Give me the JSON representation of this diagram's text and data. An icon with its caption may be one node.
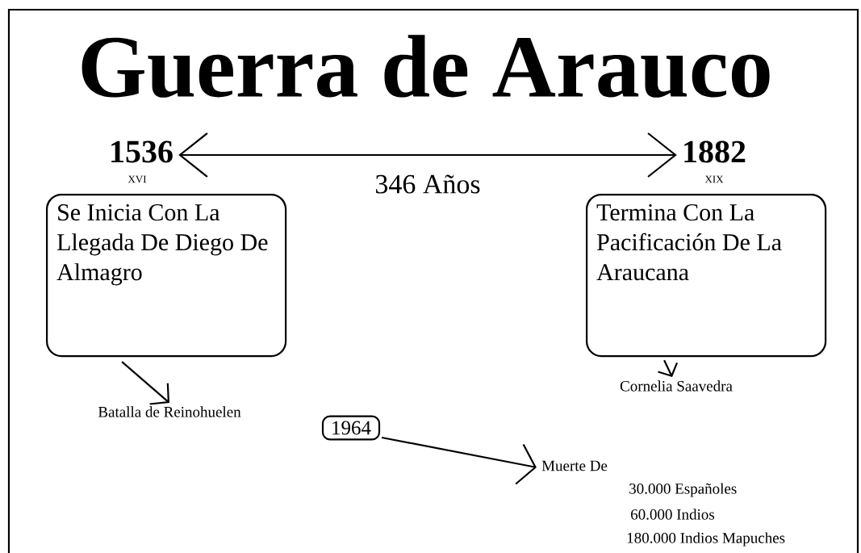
{
  "diagram": {
    "title": "Guerra de Arauco",
    "nodes": [
      {
        "text": [
          "1536"
        ],
        "beside": [
          "XVI"
        ]
      },
      {
        "text": [
          "1882"
        ],
        "beside": [
          "XIX"
        ]
      },
      {
        "text": [
          "Se Inicia Con La Llegada De Diego De Almagro"
        ]
      },
      {
        "text": [
          "Termina Con La Pacificación De La Araucana"
        ]
      },
      {
        "text": [
          "Batalla de Reinohuelen"
        ]
      },
      {
        "text": [
          "Cornelia Saavedra"
        ]
      },
      {
        "text": [
          "1964"
        ]
      },
      {
        "text": [
          "Muerte De"
        ]
      }
    ],
    "edges": [
      {
        "from": 0,
        "to": 1,
        "arrow": "both",
        "label": "346 Años"
      },
      {
        "from": 2,
        "to": 4,
        "arrow": "to"
      },
      {
        "from": 3,
        "to": 5,
        "arrow": "to"
      },
      {
        "from": 6,
        "to": 7,
        "arrow": "to"
      }
    ],
    "labels": [
      "30.000 Españoles",
      "60.000 Indios",
      "180.000 Indios Mapuches"
    ]
  }
}
